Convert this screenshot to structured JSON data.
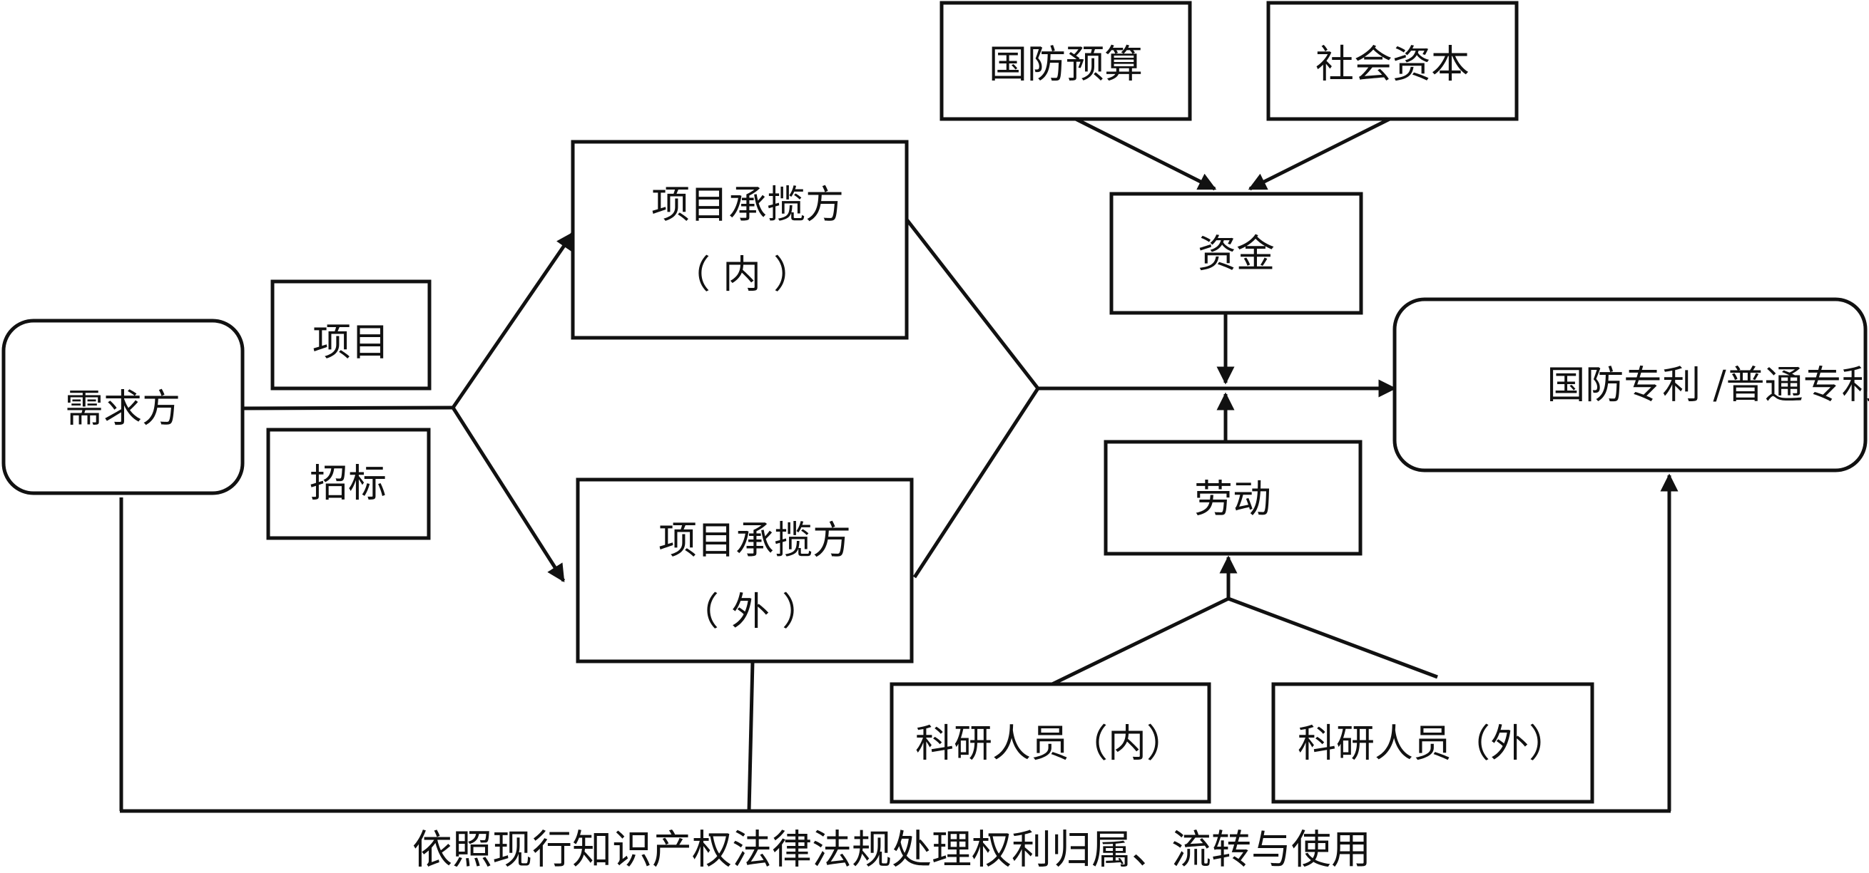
{
  "nodes": {
    "demand": "需求方",
    "project": "项目",
    "bidding": "招标",
    "contractor_inner_line1": "项目承揽方",
    "contractor_inner_line2": "（ 内 ）",
    "contractor_outer_line1": "项目承揽方",
    "contractor_outer_line2": "（ 外 ）",
    "defense_budget": "国防预算",
    "social_capital": "社会资本",
    "funds": "资金",
    "labor": "劳动",
    "researcher_inner": "科研人员（内）",
    "researcher_outer": "科研人员（外）",
    "patent": "国防专利 /普通专利"
  },
  "caption": "依照现行知识产权法律法规处理权利归属、流转与使用"
}
